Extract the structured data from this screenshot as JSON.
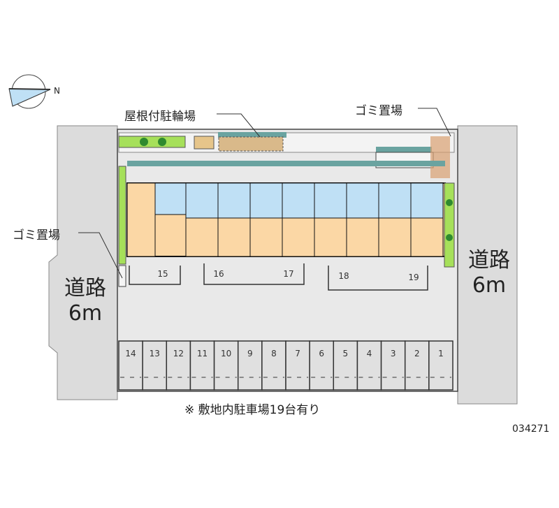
{
  "labels": {
    "bike_parking": "屋根付駐輪場",
    "garbage_top": "ゴミ置場",
    "garbage_left": "ゴミ置場",
    "road_left": [
      "道路",
      "6m"
    ],
    "road_right": [
      "道路",
      "6m"
    ],
    "note": "※ 敷地内駐車場19台有り",
    "code": "034271",
    "compass_n": "N"
  },
  "parking_bottom": [
    "14",
    "13",
    "12",
    "11",
    "10",
    "9",
    "8",
    "7",
    "6",
    "5",
    "4",
    "3",
    "2",
    "1"
  ],
  "parking_top": [
    "15",
    "16",
    "17",
    "18",
    "19"
  ],
  "colors": {
    "road": "#dcdcdc",
    "lot": "#e9e9e9",
    "room": "#fbd7a5",
    "wet": "#bfe0f5",
    "green": "#a6e05a",
    "roof": "#6aa3a0"
  }
}
